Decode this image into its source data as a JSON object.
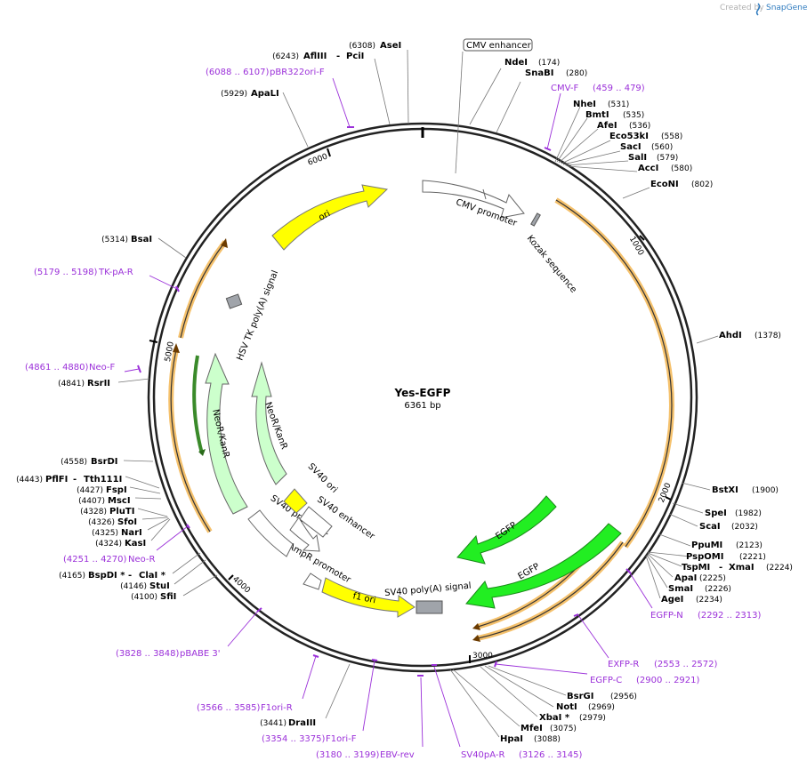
{
  "credit": {
    "prefix": "Created by",
    "brand": "SnapGene"
  },
  "plasmid": {
    "name": "Yes-EGFP",
    "size_label": "6361 bp",
    "length": 6361
  },
  "ticks": [
    "1000",
    "2000",
    "3000",
    "4000",
    "5000",
    "6000"
  ],
  "features": {
    "cmv_promoter": "CMV promoter",
    "kozak": "Kozak sequence",
    "egfp_a": "EGFP",
    "egfp_b": "EGFP",
    "sv40_polya": "SV40 poly(A) signal",
    "f1_ori": "f1 ori",
    "ampr_promoter": "AmpR promoter",
    "sv40_promoter": "SV40 promoter",
    "sv40_enhancer": "SV40 enhancer",
    "sv40_ori": "SV40 ori",
    "neor_a": "NeoR/KanR",
    "neor_b": "NeoR/KanR",
    "hsv_tk": "HSV TK poly(A) signal",
    "ori": "ori"
  },
  "enzymes": {
    "cmv_enh": "CMV enhancer",
    "ndei": {
      "name": "NdeI",
      "pos": "(174)"
    },
    "snabi": {
      "name": "SnaBI",
      "pos": "(280)"
    },
    "nhei": {
      "name": "NheI",
      "pos": "(531)"
    },
    "bmti": {
      "name": "BmtI",
      "pos": "(535)"
    },
    "afei": {
      "name": "AfeI",
      "pos": "(536)"
    },
    "eco53ki": {
      "name": "Eco53kI",
      "pos": "(558)"
    },
    "saci": {
      "name": "SacI",
      "pos": "(560)"
    },
    "sali": {
      "name": "SalI",
      "pos": "(579)"
    },
    "acci": {
      "name": "AccI",
      "pos": "(580)"
    },
    "econi": {
      "name": "EcoNI",
      "pos": "(802)"
    },
    "ahdi": {
      "name": "AhdI",
      "pos": "(1378)"
    },
    "bstxi": {
      "name": "BstXI",
      "pos": "(1900)"
    },
    "spei": {
      "name": "SpeI",
      "pos": "(1982)"
    },
    "scai": {
      "name": "ScaI",
      "pos": "(2032)"
    },
    "ppumi": {
      "name": "PpuMI",
      "pos": "(2123)"
    },
    "pspomi": {
      "name": "PspOMI",
      "pos": "(2221)"
    },
    "tspmi": {
      "name": "TspMI",
      "sep": " - ",
      "name2": "XmaI",
      "pos": "(2224)"
    },
    "apai": {
      "name": "ApaI",
      "pos": "(2225)"
    },
    "smai": {
      "name": "SmaI",
      "pos": "(2226)"
    },
    "agei": {
      "name": "AgeI",
      "pos": "(2234)"
    },
    "bsrgi": {
      "name": "BsrGI",
      "pos": "(2956)"
    },
    "noti": {
      "name": "NotI",
      "pos": "(2969)"
    },
    "xbai": {
      "name": "XbaI *",
      "pos": "(2979)"
    },
    "mfei": {
      "name": "MfeI",
      "pos": "(3075)"
    },
    "hpai": {
      "name": "HpaI",
      "pos": "(3088)"
    },
    "draiii": {
      "name": "DraIII",
      "pos": "(3441)"
    },
    "sfii": {
      "name": "SfiI",
      "pos": "(4100)"
    },
    "stui": {
      "name": "StuI",
      "pos": "(4146)"
    },
    "bspdi": {
      "name": "BspDI *",
      "sep": " - ",
      "name2": "ClaI *",
      "pos": "(4165)"
    },
    "kasi": {
      "name": "KasI",
      "pos": "(4324)"
    },
    "nari": {
      "name": "NarI",
      "pos": "(4325)"
    },
    "sfoi": {
      "name": "SfoI",
      "pos": "(4326)"
    },
    "pluti": {
      "name": "PluTI",
      "pos": "(4328)"
    },
    "msci": {
      "name": "MscI",
      "pos": "(4407)"
    },
    "fspi": {
      "name": "FspI",
      "pos": "(4427)"
    },
    "pflfi": {
      "name": "PflFI",
      "sep": " - ",
      "name2": "Tth111I",
      "pos": "(4443)"
    },
    "bsrdi": {
      "name": "BsrDI",
      "pos": "(4558)"
    },
    "rsrii": {
      "name": "RsrII",
      "pos": "(4841)"
    },
    "bsai": {
      "name": "BsaI",
      "pos": "(5314)"
    },
    "apali": {
      "name": "ApaLI",
      "pos": "(5929)"
    },
    "aflii": {
      "name": "AflIII",
      "sep": " - ",
      "name2": "PciI",
      "pos": "(6243)"
    },
    "asei": {
      "name": "AseI",
      "pos": "(6308)"
    }
  },
  "primers": {
    "cmvf": {
      "range": "(459 .. 479)",
      "name": "CMV-F"
    },
    "egfpn": {
      "range": "(2292 .. 2313)",
      "name": "EGFP-N"
    },
    "exfpr": {
      "range": "(2553 .. 2572)",
      "name": "EXFP-R"
    },
    "egfpc": {
      "range": "(2900 .. 2921)",
      "name": "EGFP-C"
    },
    "sv40par": {
      "range": "(3126 .. 3145)",
      "name": "SV40pA-R"
    },
    "ebvrev": {
      "range": "(3180 .. 3199)",
      "name": "EBV-rev"
    },
    "f1orif": {
      "range": "(3354 .. 3375)",
      "name": "F1ori-F"
    },
    "f1orir": {
      "range": "(3566 .. 3585)",
      "name": "F1ori-R"
    },
    "pbabe3": {
      "range": "(3828 .. 3848)",
      "name": "pBABE 3'"
    },
    "neor": {
      "range": "(4251 .. 4270)",
      "name": "Neo-R"
    },
    "neof": {
      "range": "(4861 .. 4880)",
      "name": "Neo-F"
    },
    "tkpar": {
      "range": "(5179 .. 5198)",
      "name": "TK-pA-R"
    },
    "pbr322": {
      "range": "(6088 .. 6107)",
      "name": "pBR322ori-F"
    }
  },
  "colors": {
    "egfp": "#22ee22",
    "neor": "#ccffcc",
    "ori": "#ffff00",
    "grey_feature": "#a0a4aa",
    "primer": "#9b30d9",
    "orf_glow": "#f5c16c"
  }
}
